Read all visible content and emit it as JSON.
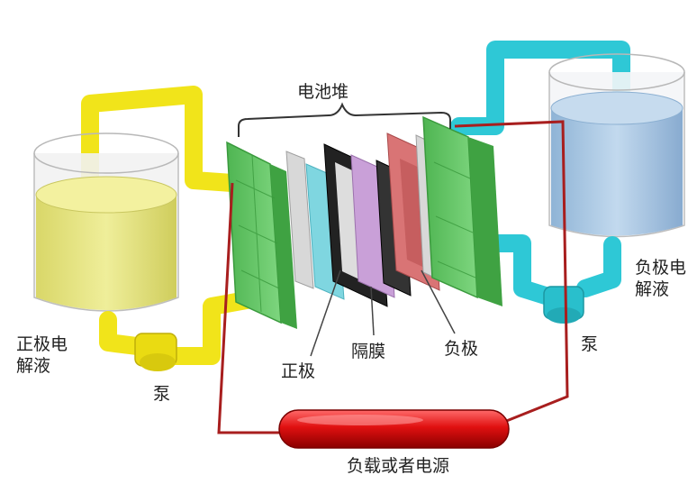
{
  "labels": {
    "stack": "电池堆",
    "positive_electrolyte": "正极电解液",
    "negative_electrolyte": "负极电解液",
    "pump_left": "泵",
    "pump_right": "泵",
    "positive_electrode": "正极",
    "membrane": "隔膜",
    "negative_electrode": "负极",
    "load": "负载或者电源"
  },
  "colors": {
    "positive_pipe": "#f5ea1e",
    "positive_liquid": "#e4e27c",
    "negative_pipe": "#3fd3dd",
    "negative_liquid": "#a9c8e3",
    "end_plate": "#65c867",
    "membrane": "#c9a0d8",
    "negative_plate": "#d97475",
    "electrode_cyan": "#7fd6e0",
    "circuit": "#b02020",
    "load": "#e01818"
  }
}
